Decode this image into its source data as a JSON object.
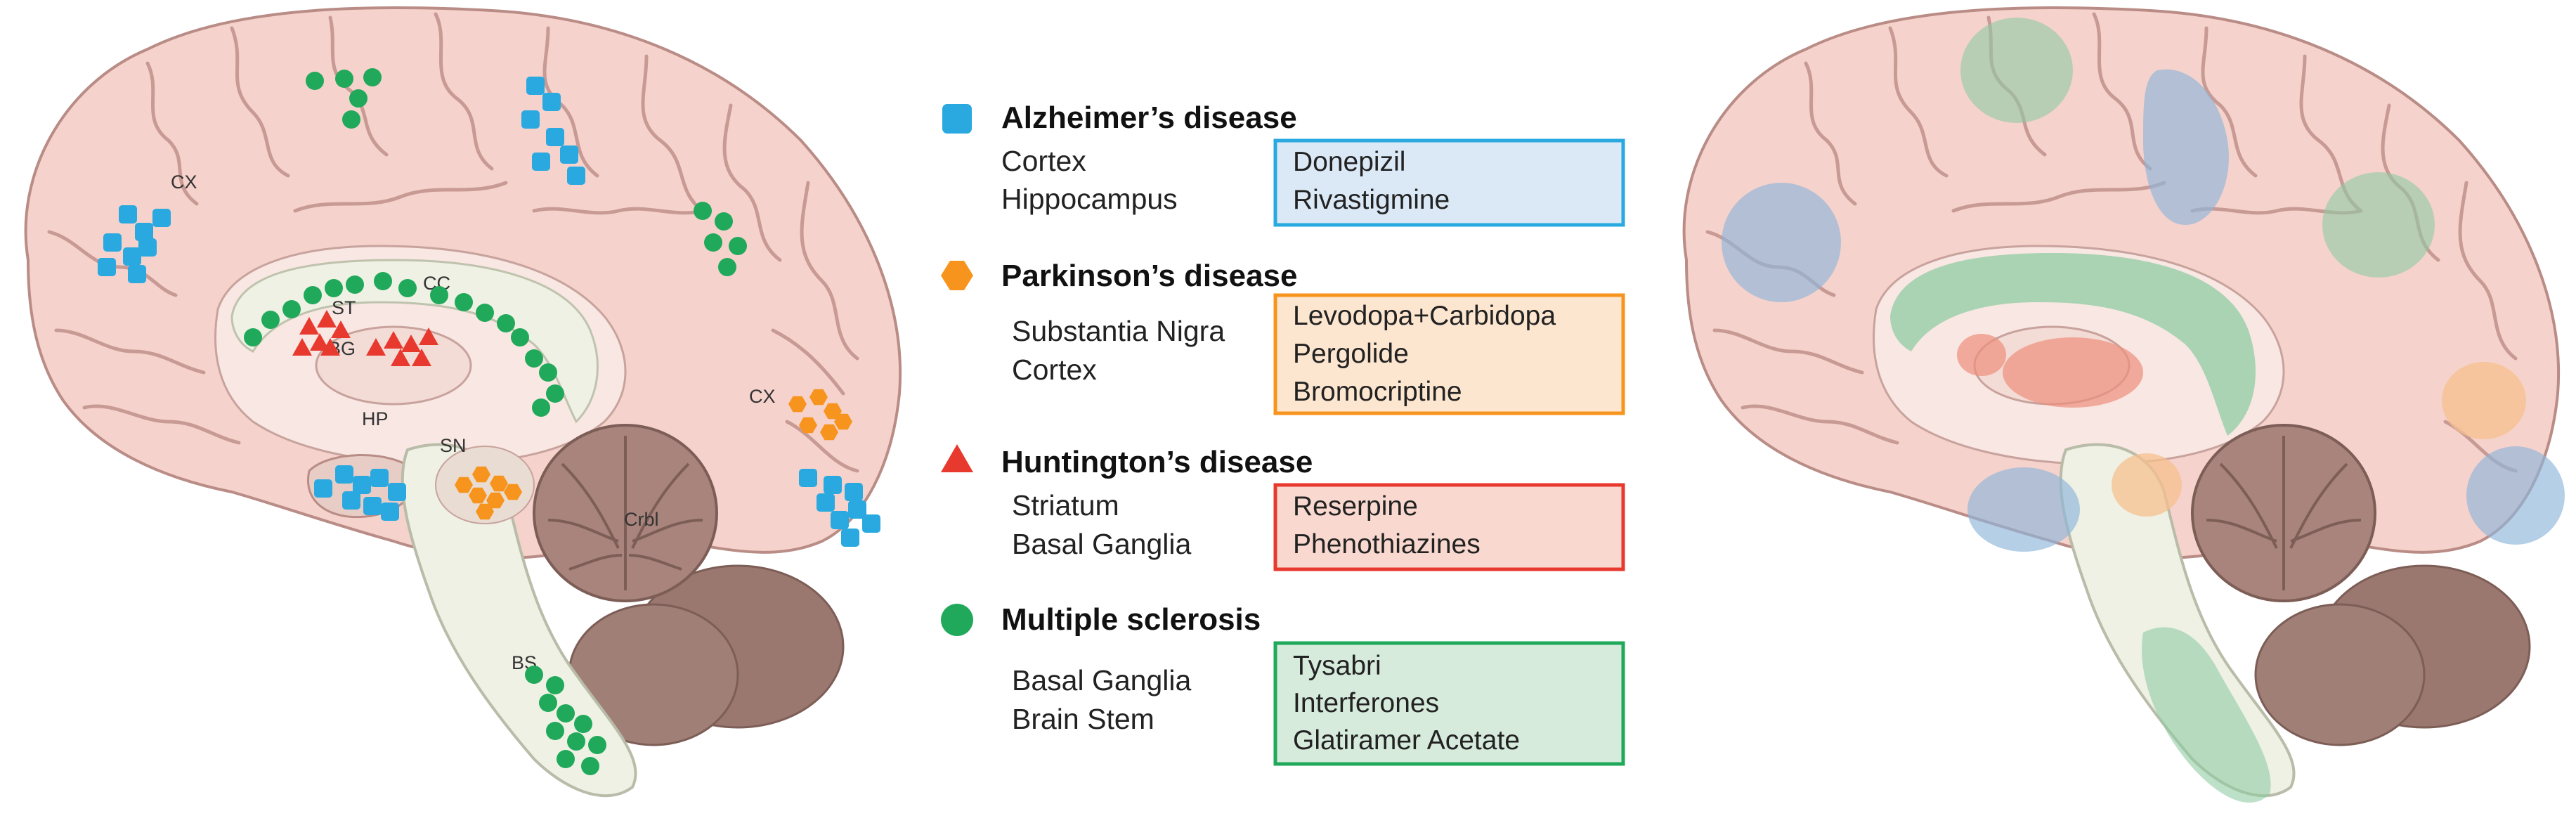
{
  "colors": {
    "alzheimers": "#29a9e0",
    "parkinsons": "#f7941d",
    "huntingtons": "#e8392e",
    "multiple_sclerosis": "#20a95a",
    "brain_cortex": "#f6d2cc",
    "brain_outline": "#b98c86",
    "white_matter": "#eef1e4",
    "cerebellum": "#a8847c"
  },
  "brain_labels": {
    "cx_left": "CX",
    "st": "ST",
    "cc": "CC",
    "bg": "BG",
    "hp": "HP",
    "sn": "SN",
    "cx_right": "CX",
    "crbl": "Crbl",
    "bs": "BS"
  },
  "legend": [
    {
      "disease": "Alzheimer’s disease",
      "marker": "square-icon",
      "regions": [
        "Cortex",
        "Hippocampus"
      ],
      "drugs": [
        "Donepizil",
        "Rivastigmine"
      ],
      "color": "#29a9e0",
      "box_fill": "#dbe9f6"
    },
    {
      "disease": "Parkinson’s disease",
      "marker": "hexagon-icon",
      "regions": [
        "Substantia Nigra",
        "Cortex"
      ],
      "drugs": [
        "Levodopa+Carbidopa",
        "Pergolide",
        "Bromocriptine"
      ],
      "color": "#f7941d",
      "box_fill": "#fde6d0"
    },
    {
      "disease": "Huntington’s disease",
      "marker": "triangle-icon",
      "regions": [
        "Striatum",
        "Basal Ganglia"
      ],
      "drugs": [
        "Reserpine",
        "Phenothiazines"
      ],
      "color": "#e8392e",
      "box_fill": "#f9d9cf"
    },
    {
      "disease": "Multiple sclerosis",
      "marker": "circle-icon",
      "regions": [
        "Basal Ganglia",
        "Brain Stem"
      ],
      "drugs": [
        "Tysabri",
        "Interferones",
        "Glatiramer Acetate"
      ],
      "color": "#20a95a",
      "box_fill": "#d6ebdc"
    }
  ]
}
